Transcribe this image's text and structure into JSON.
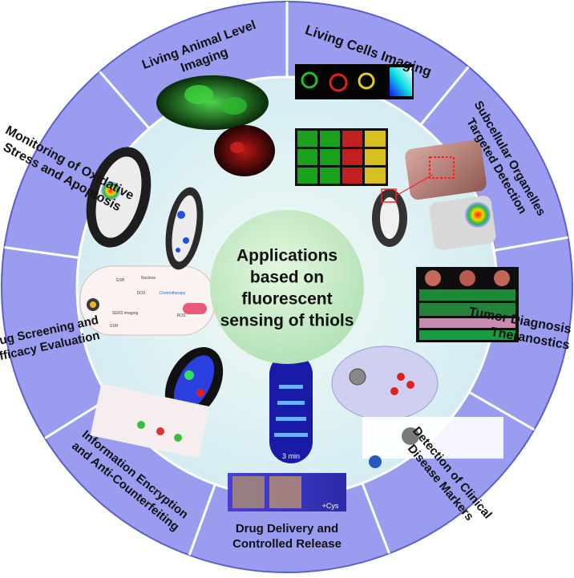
{
  "center": {
    "lines": [
      "Applications",
      "based on",
      "fluorescent",
      "sensing of thiols"
    ]
  },
  "segments": [
    {
      "id": "living-cells-imaging",
      "lines": [
        "Living Cells Imaging"
      ]
    },
    {
      "id": "subcellular-organelles",
      "lines": [
        "Subcellular Organelles",
        "Targeted Detection"
      ]
    },
    {
      "id": "tumor-diagnosis",
      "lines": [
        "Tumor Diagnosis and",
        "Theranostics"
      ]
    },
    {
      "id": "clinical-markers",
      "lines": [
        "Detection of Clinical",
        "Disease Markers"
      ]
    },
    {
      "id": "drug-delivery",
      "lines": [
        "Drug Delivery and",
        "Controlled Release"
      ]
    },
    {
      "id": "information-encryption",
      "lines": [
        "Information Encryption",
        "and Anti-Counterfeiting"
      ]
    },
    {
      "id": "drug-screening",
      "lines": [
        "Drug Screening and",
        "Efficacy Evaluation"
      ]
    },
    {
      "id": "oxidative-stress",
      "lines": [
        "Monitoring of Oxidative",
        "Stress and Apoptosis"
      ]
    },
    {
      "id": "living-animal",
      "lines": [
        "Living Animal Level",
        "Imaging"
      ]
    }
  ],
  "image_text": {
    "time_label": "3 min",
    "cys_label": "+Cys",
    "scheme_labels": [
      "Nucleus",
      "GSH",
      "DOX",
      "Chemotherapy",
      "SERS imaging",
      "ROS",
      "GSH"
    ]
  },
  "colors": {
    "ring": "#9a9cf0",
    "ring_edge": "#5b5fc8",
    "center": "#c4ecc4",
    "inner_bg": "#e6f4f6"
  }
}
